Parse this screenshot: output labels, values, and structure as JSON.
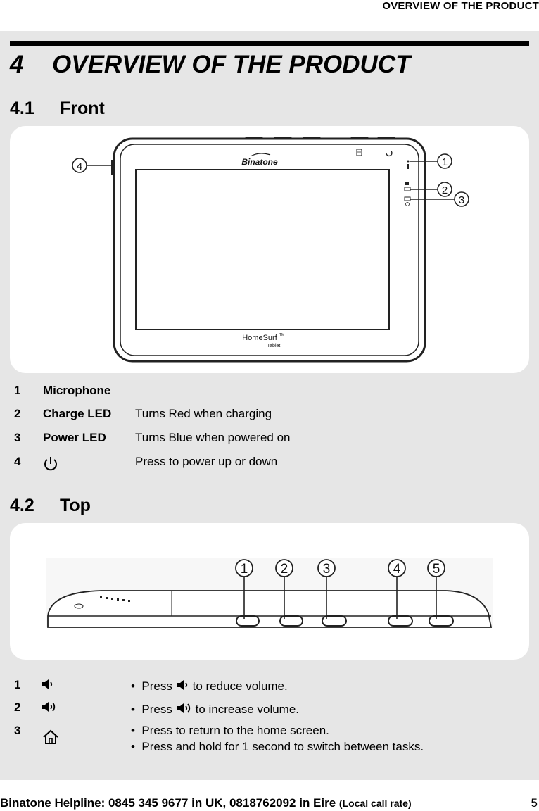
{
  "header": {
    "running_title": "OVERVIEW OF THE PRODUCT"
  },
  "section": {
    "number": "4",
    "title": "OVERVIEW OF THE PRODUCT"
  },
  "front": {
    "number": "4.1",
    "title": "Front",
    "image": {
      "brand": "Binatone",
      "product": "HomeSurf",
      "tm": "TM",
      "product_sub": "Tablet",
      "callouts": [
        "1",
        "2",
        "3",
        "4"
      ]
    },
    "rows": [
      {
        "n": "1",
        "name": "Microphone",
        "desc": ""
      },
      {
        "n": "2",
        "name": "Charge LED",
        "desc": "Turns Red when charging"
      },
      {
        "n": "3",
        "name": "Power LED",
        "desc": "Turns Blue when powered on"
      },
      {
        "n": "4",
        "icon": "power-icon",
        "desc": "Press to power up or down"
      }
    ]
  },
  "top": {
    "number": "4.2",
    "title": "Top",
    "image": {
      "callouts": [
        "1",
        "2",
        "3",
        "4",
        "5"
      ]
    },
    "rows": [
      {
        "n": "1",
        "icon": "volume-down-icon",
        "bullets": [
          {
            "before": "Press",
            "icon": "volume-down-icon",
            "after": "to reduce volume."
          }
        ]
      },
      {
        "n": "2",
        "icon": "volume-up-icon",
        "bullets": [
          {
            "before": "Press",
            "icon": "volume-up-icon",
            "after": "to increase volume."
          }
        ]
      },
      {
        "n": "3",
        "icon": "home-icon",
        "bullets": [
          {
            "text": "Press to return to the home screen."
          },
          {
            "text": "Press and hold for 1 second to switch between tasks."
          }
        ]
      }
    ]
  },
  "footer": {
    "helpline": "Binatone Helpline: 0845 345 9677 in UK, 0818762092 in Eire",
    "rate": "(Local call rate)",
    "page": "5"
  }
}
